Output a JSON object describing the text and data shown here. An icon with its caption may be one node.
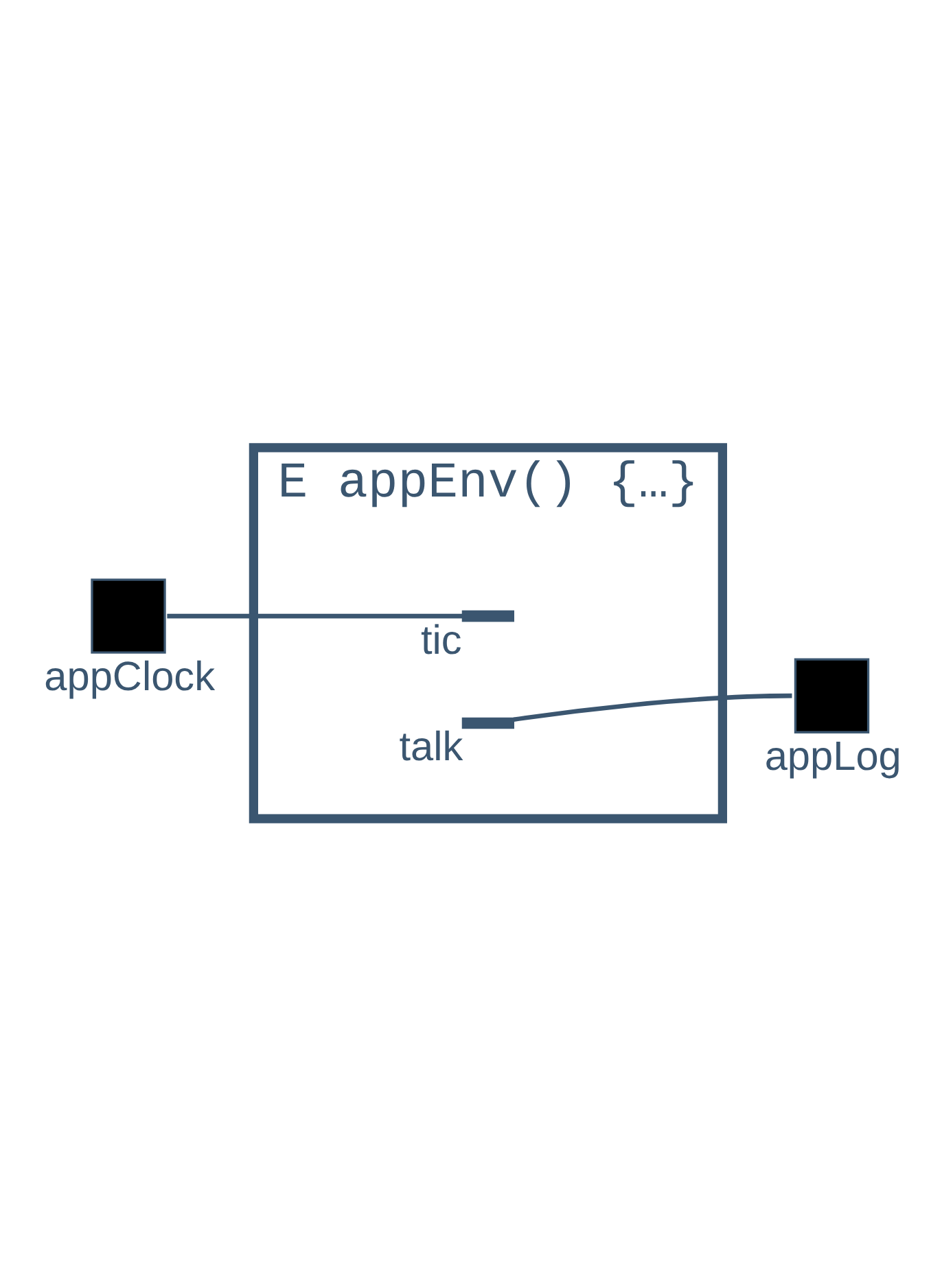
{
  "diagram": {
    "nodes": [
      {
        "text": [
          "E appEnv() {…}"
        ]
      },
      {
        "text": [],
        "shape": "box",
        "beside": [
          "appClock"
        ]
      },
      {
        "text": [],
        "shape": "bar",
        "beside": [
          "tic"
        ],
        "in": 0
      },
      {
        "text": [],
        "shape": "box",
        "beside": [
          "appLog"
        ]
      },
      {
        "text": [],
        "shape": "bar",
        "beside": [
          "talk"
        ],
        "in": 0
      }
    ],
    "edges": [
      {
        "from": 1,
        "to": 2,
        "arrow": "none"
      },
      {
        "from": 3,
        "to": 4,
        "arrow": "none"
      }
    ]
  }
}
